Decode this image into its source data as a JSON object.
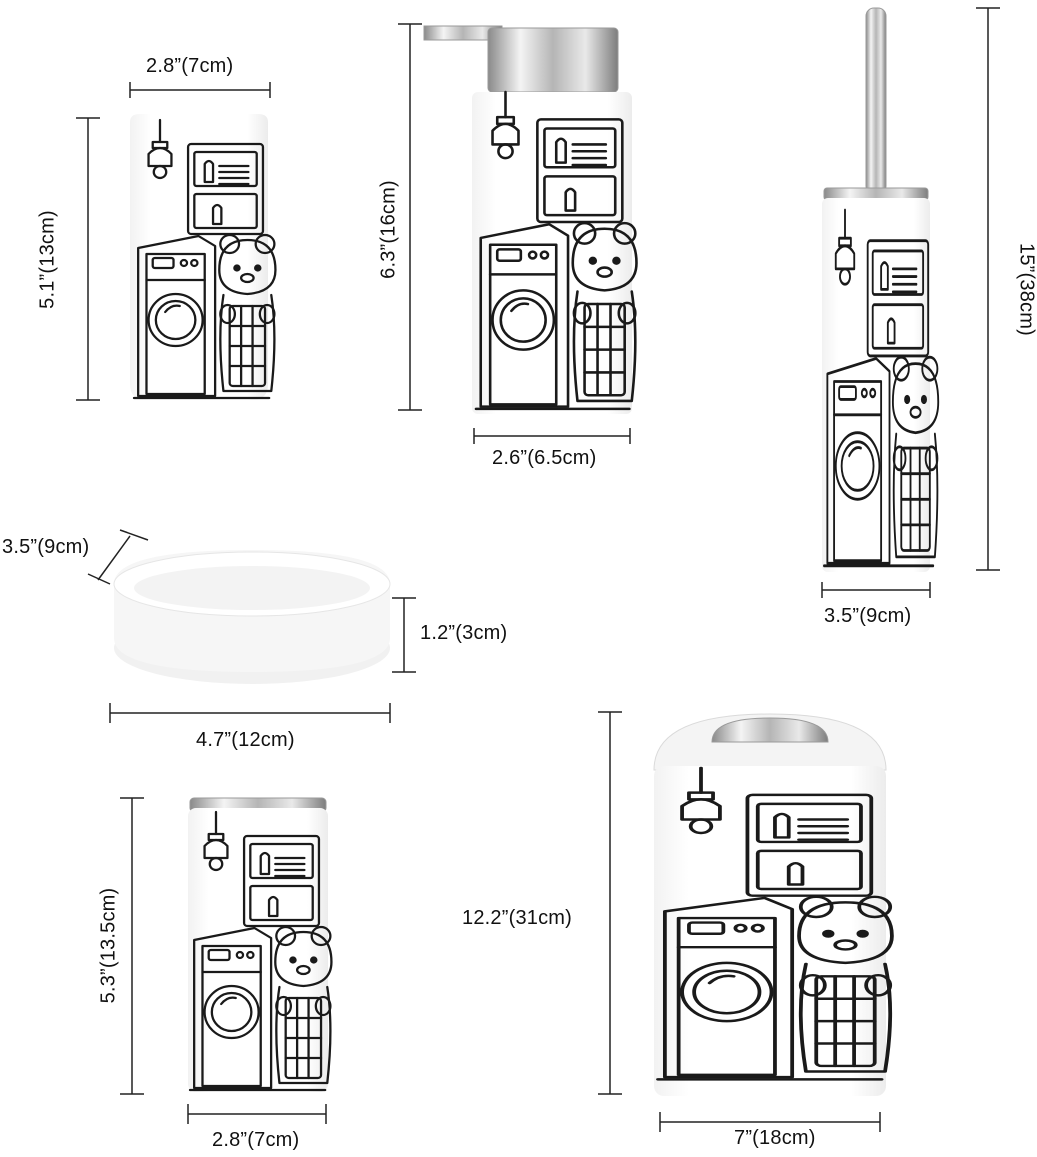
{
  "dimensions": {
    "tumbler_width": "2.8”(7cm)",
    "tumbler_height": "5.1”(13cm)",
    "dispenser_height": "6.3”(16cm)",
    "dispenser_width": "2.6”(6.5cm)",
    "brush_height": "15”(38cm)",
    "brush_width": "3.5”(9cm)",
    "dish_depth": "3.5”(9cm)",
    "dish_height": "1.2”(3cm)",
    "dish_width": "4.7”(12cm)",
    "holder_height": "5.3”(13.5cm)",
    "holder_width": "2.8”(7cm)",
    "bin_height": "12.2”(31cm)",
    "bin_width": "7”(18cm)"
  },
  "colors": {
    "line": "#1a1a1a",
    "product": "#ffffff",
    "shadow": "#eeeeee",
    "chrome": "#c8c8c8"
  }
}
